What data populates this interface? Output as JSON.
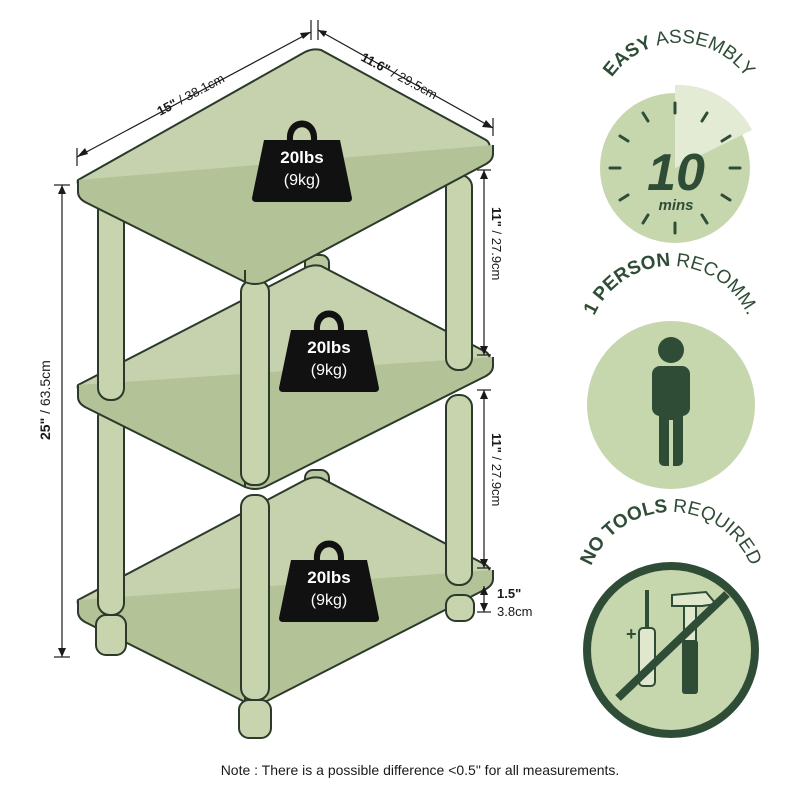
{
  "colors": {
    "shelf_fill": "#c5d2ad",
    "post_fill": "#c7d4ae",
    "outline": "#2b3a2b",
    "badge_fill": "#c6d6ad",
    "badge_dark": "#2f4d36",
    "weight_fill": "#111111",
    "label_text": "#1a1a1a"
  },
  "dimensions": {
    "width": {
      "inches": "15\"",
      "metric": "/ 38.1cm"
    },
    "depth": {
      "inches": "11.6\"",
      "metric": "/ 29.5cm"
    },
    "height": {
      "inches": "25\"",
      "metric": "/ 63.5cm"
    },
    "shelf_gap_top": {
      "inches": "11\"",
      "metric": "/ 27.9cm"
    },
    "shelf_gap_bottom": {
      "inches": "11\"",
      "metric": "/ 27.9cm"
    },
    "foot": {
      "inches": "1.5\"",
      "metric": "3.8cm"
    }
  },
  "weights": [
    {
      "line1": "20lbs",
      "line2": "(9kg)"
    },
    {
      "line1": "20lbs",
      "line2": "(9kg)"
    },
    {
      "line1": "20lbs",
      "line2": "(9kg)"
    }
  ],
  "badges": {
    "assembly": {
      "bold": "EASY",
      "rest": "ASSEMBLY",
      "number": "10",
      "unit": "mins",
      "icon": "clock-icon"
    },
    "person": {
      "bold": "1 PERSON",
      "rest": "RECOMM.",
      "icon": "person-icon"
    },
    "tools": {
      "bold": "NO TOOLS",
      "rest": "REQUIRED",
      "icon": "no-tools-icon"
    }
  },
  "note": "Note : There is a possible difference <0.5\" for all measurements."
}
